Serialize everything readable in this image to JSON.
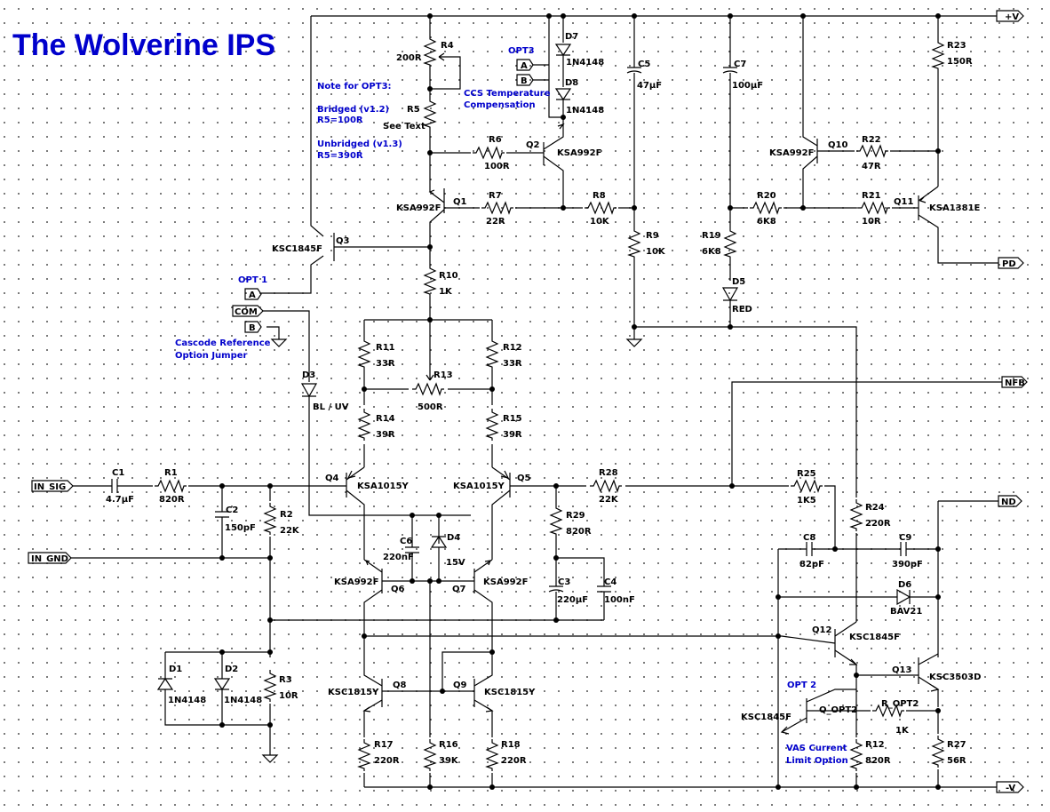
{
  "title": "The Wolverine IPS",
  "notes": {
    "opt3_heading": "Note for OPT3:",
    "bridged": "Bridged (v1.2)",
    "bridged_value": "R5=100R",
    "unbridged": "Unbridged (v1.3)",
    "unbridged_value": "R5=390R",
    "ccs_1": "CCS Temperature",
    "ccs_2": "Compensation",
    "opt3": "OPT3",
    "opt1": "OPT 1",
    "opt2": "OPT 2",
    "cascode_1": "Cascode Reference",
    "cascode_2": "Option Jumper",
    "vas_1": "VAS Current",
    "vas_2": "Limit Option"
  },
  "ports": {
    "vplus": "+V",
    "vminus": "-V",
    "pd": "PD",
    "nfb": "NFB",
    "nd": "ND",
    "in_sig": "IN_SIG",
    "in_gnd": "IN_GND",
    "com": "COM",
    "a": "A",
    "b": "B"
  },
  "components": {
    "r4": "R4",
    "r4_v": "200R",
    "r5": "R5",
    "r5_v": "See Text",
    "r6": "R6",
    "r6_v": "100R",
    "r7": "R7",
    "r7_v": "22R",
    "r8": "R8",
    "r8_v": "10K",
    "r9": "R9",
    "r9_v": "10K",
    "r10": "R10",
    "r10_v": "1K",
    "r11": "R11",
    "r11_v": "33R",
    "r12": "R12",
    "r12_v": "33R",
    "r13": "R13",
    "r13_v": "500R",
    "r14": "R14",
    "r14_v": "39R",
    "r15": "R15",
    "r15_v": "39R",
    "r16": "R16",
    "r16_v": "39K",
    "r17": "R17",
    "r17_v": "220R",
    "r18": "R18",
    "r18_v": "220R",
    "r19": "R19",
    "r19_v": "6K8",
    "r20": "R20",
    "r20_v": "6K8",
    "r21": "R21",
    "r21_v": "10R",
    "r22": "R22",
    "r22_v": "47R",
    "r23": "R23",
    "r23_v": "150R",
    "r24": "R24",
    "r24_v": "220R",
    "r25": "R25",
    "r25_v": "1K5",
    "r27": "R27",
    "r27_v": "56R",
    "r28": "R28",
    "r28_v": "22K",
    "r29": "R29",
    "r29_v": "820R",
    "r1": "R1",
    "r1_v": "820R",
    "r2": "R2",
    "r2_v": "22K",
    "r3": "R3",
    "r3_v": "10R",
    "r12b": "R12",
    "r12b_v": "820R",
    "ropt2": "R_OPT2",
    "ropt2_v": "1K",
    "c1": "C1",
    "c1_v": "4.7µF",
    "c2": "C2",
    "c2_v": "150pF",
    "c3": "C3",
    "c3_v": "220µF",
    "c4": "C4",
    "c4_v": "100nF",
    "c5": "C5",
    "c5_v": "47µF",
    "c6": "C6",
    "c6_v": "220nF",
    "c7": "C7",
    "c7_v": "100µF",
    "c8": "C8",
    "c8_v": "82pF",
    "c9": "C9",
    "c9_v": "390pF",
    "d1": "D1",
    "d1_v": "1N4148",
    "d2": "D2",
    "d2_v": "1N4148",
    "d3": "D3",
    "d3_v": "BL / UV",
    "d4": "D4",
    "d4_v": "15V",
    "d5": "D5",
    "d5_v": "RED",
    "d6": "D6",
    "d6_v": "BAV21",
    "d7": "D7",
    "d7_v": "1N4148",
    "d8": "D8",
    "d8_v": "1N4148",
    "q1": "Q1",
    "q1_v": "KSA992F",
    "q2": "Q2",
    "q2_v": "KSA992F",
    "q3": "Q3",
    "q3_v": "KSC1845F",
    "q4": "Q4",
    "q4_v": "KSA1015Y",
    "q5": "Q5",
    "q5_v": "KSA1015Y",
    "q6": "Q6",
    "q6_v": "KSA992F",
    "q7": "Q7",
    "q7_v": "KSA992F",
    "q8": "Q8",
    "q8_v": "KSC1815Y",
    "q9": "Q9",
    "q9_v": "KSC1815Y",
    "q10": "Q10",
    "q10_v": "KSA992F",
    "q11": "Q11",
    "q11_v": "KSA1381E",
    "q12": "Q12",
    "q12_v": "KSC1845F",
    "q13": "Q13",
    "q13_v": "KSC3503D",
    "qopt2": "Q_OPT2",
    "qopt2_v": "KSC1845F"
  }
}
